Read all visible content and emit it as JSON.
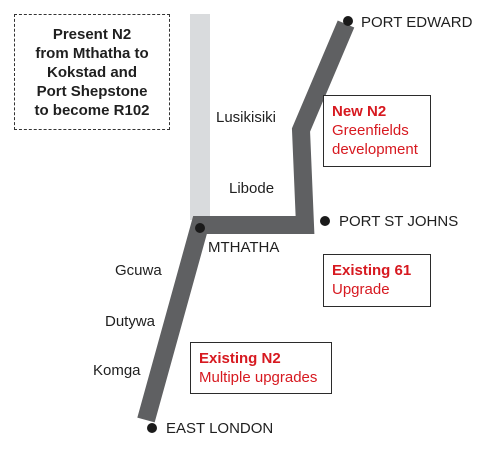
{
  "note": {
    "lines": [
      "Present N2",
      "from Mthatha to",
      "Kokstad and",
      "Port Shepstone",
      "to become R102"
    ]
  },
  "places": {
    "port_edward": "PORT EDWARD",
    "lusikisiki": "Lusikisiki",
    "libode": "Libode",
    "port_st_johns": "PORT ST JOHNS",
    "mthatha": "MTHATHA",
    "gcuwa": "Gcuwa",
    "dutywa": "Dutywa",
    "komga": "Komga",
    "east_london": "EAST LONDON"
  },
  "legend": {
    "new_n2": {
      "title": "New N2",
      "subtitle_line1": "Greenfields",
      "subtitle_line2": "development"
    },
    "existing_61": {
      "title": "Existing 61",
      "subtitle": "Upgrade"
    },
    "existing_n2": {
      "title": "Existing N2",
      "subtitle": "Multiple upgrades"
    }
  },
  "colors": {
    "route": "#5f6062",
    "current_n2": "#d9dbdd",
    "accent": "#d71920",
    "text": "#1f1f1f"
  }
}
